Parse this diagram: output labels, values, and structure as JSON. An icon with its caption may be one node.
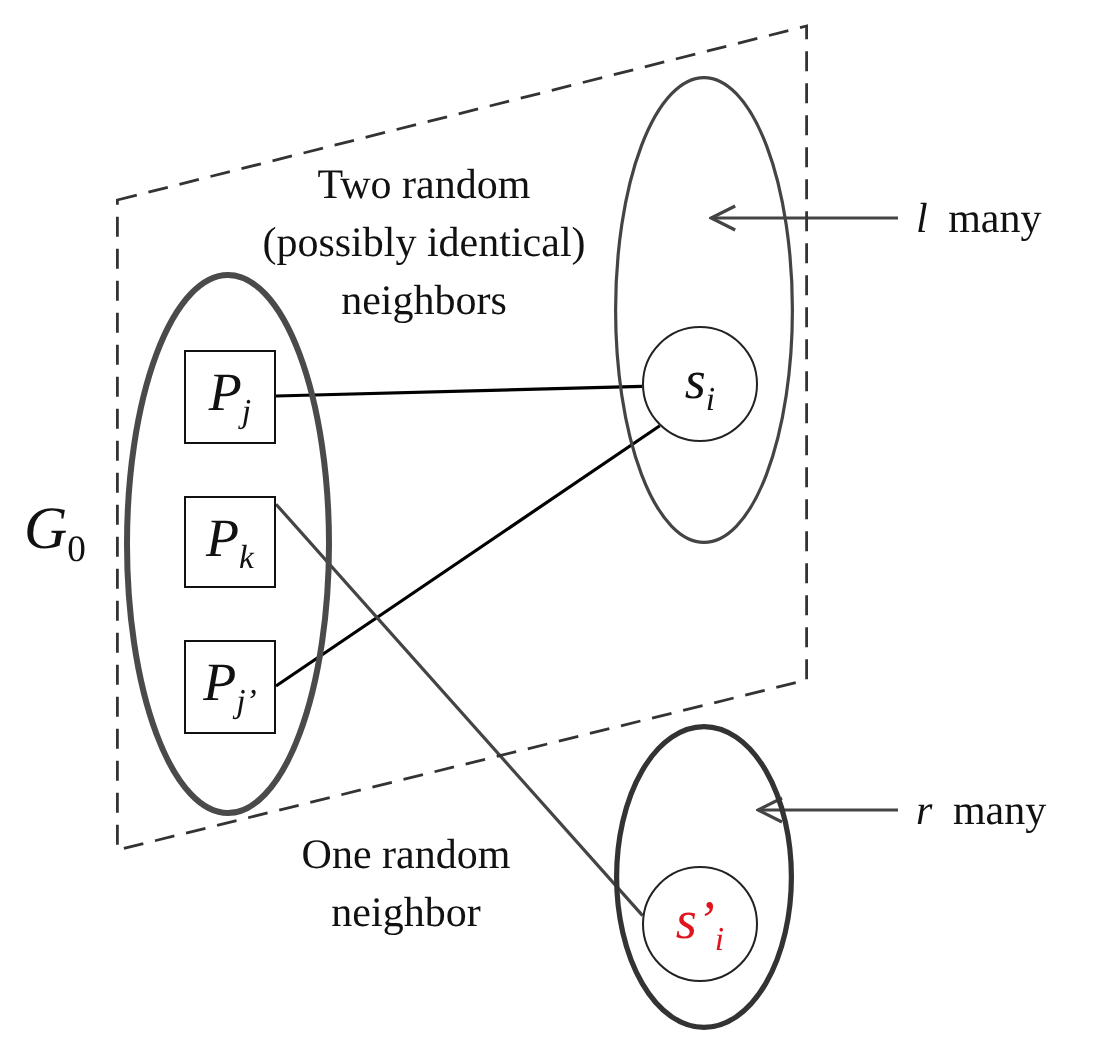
{
  "diagram": {
    "nodes": [
      {
        "text": [
          "*G*$_{0}$"
        ]
      },
      {
        "text": [],
        "shape": "ellipse",
        "in": 0
      },
      {
        "text": [
          "P$_{j}$"
        ],
        "in": 1
      },
      {
        "text": [
          "P$_{k}$"
        ],
        "in": 1
      },
      {
        "text": [
          "P$_{j’}$"
        ],
        "in": 1
      },
      {
        "text": [],
        "shape": "ellipse",
        "in": 0
      },
      {
        "text": [
          "s$_{i}$"
        ],
        "in": 5
      },
      {
        "text": [],
        "shape": "ellipse"
      },
      {
        "text": [
          "s’$_{i}$"
        ],
        "in": 7
      },
      {
        "text": [
          "*l* many"
        ]
      },
      {
        "text": [
          "*r* many"
        ]
      }
    ],
    "edges": [
      {
        "from": 2,
        "to": 6,
        "arrow": "none",
        "color": "#000000"
      },
      {
        "from": 4,
        "to": 6,
        "arrow": "none",
        "color": "#000000"
      },
      {
        "from": 3,
        "to": 8,
        "arrow": "none"
      },
      {
        "from": 9,
        "to": 5,
        "arrow": "to"
      },
      {
        "from": 10,
        "to": 7,
        "arrow": "to"
      }
    ],
    "labels": [
      "Two random (possibly identical) neighbors",
      "One random neighbor"
    ]
  }
}
